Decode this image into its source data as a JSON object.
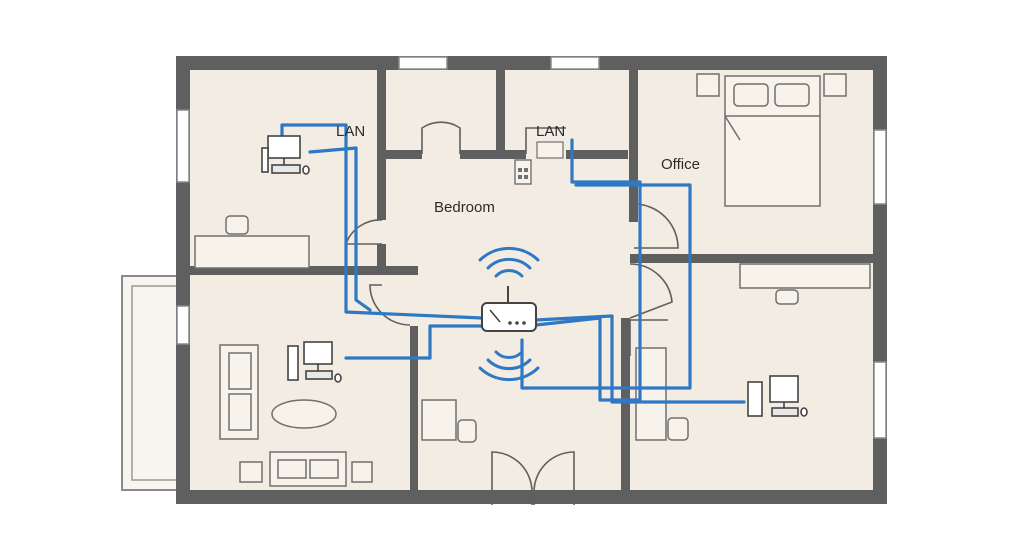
{
  "labels": {
    "lan_left": "LAN",
    "lan_center": "LAN",
    "bedroom": "Bedroom",
    "office": "Office"
  },
  "colors": {
    "floor": "#f3ece2",
    "wall": "#5f5f5f",
    "cable": "#2f78c4",
    "furniture_stroke": "#707070",
    "furniture_fill": "#f7f2ea",
    "wifi": "#2f78c4"
  },
  "icons": {
    "router": "router-icon",
    "computer": "desktop-computer-icon",
    "wifi": "wifi-signal-icon",
    "lan_port": "lan-wall-port-icon"
  }
}
